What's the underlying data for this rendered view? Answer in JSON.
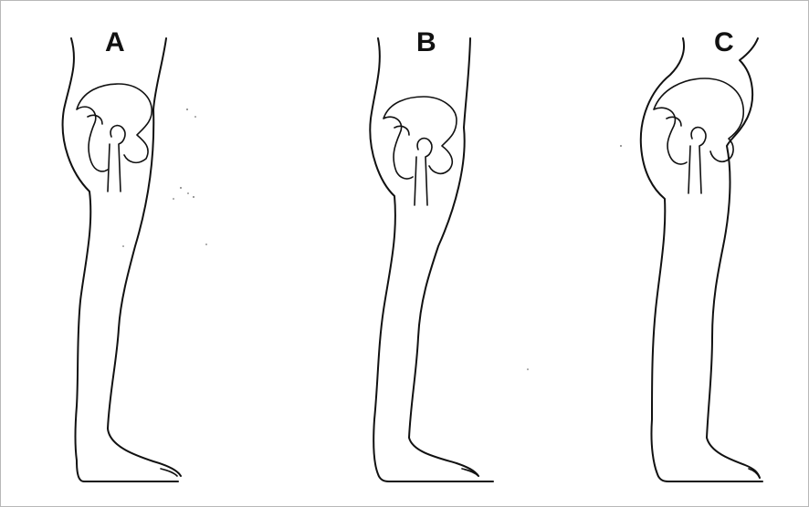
{
  "figure": {
    "labels": {
      "a": "A",
      "b": "B",
      "c": "C"
    }
  },
  "colors": {
    "line": "#111111",
    "background": "#ffffff",
    "frame": "#b8b8b8"
  }
}
